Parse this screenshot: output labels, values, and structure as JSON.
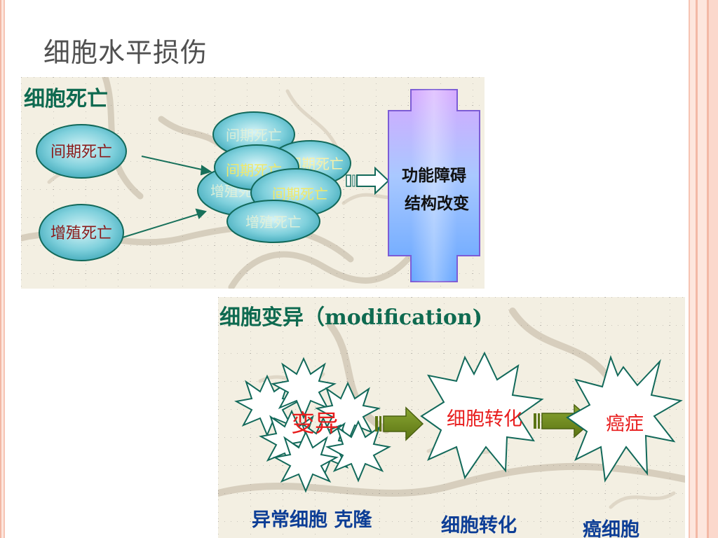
{
  "slide": {
    "title": "细胞水平损伤"
  },
  "panel_death": {
    "heading": "细胞死亡",
    "source_left_top": "间期死亡",
    "source_left_bottom": "增殖死亡",
    "cluster_labels": [
      "间期死亡",
      "间期死亡",
      "间期死亡",
      "增殖死亡",
      "间期死亡",
      "增殖死亡"
    ],
    "result_line1": "功能障碍",
    "result_line2": "结构改变"
  },
  "panel_modification": {
    "heading": "细胞变异（modification)",
    "stage1_label": "变异",
    "stage2_label": "细胞转化",
    "stage3_label": "癌症",
    "bottom1": "异常细胞 克隆",
    "bottom2": "细胞转化",
    "bottom3": "癌细胞"
  },
  "colors": {
    "heading_green": "#0e6a50",
    "bottom_blue": "#0d3e96",
    "red_text": "#e81d1d",
    "arrow_green": "#6f8d1e"
  }
}
